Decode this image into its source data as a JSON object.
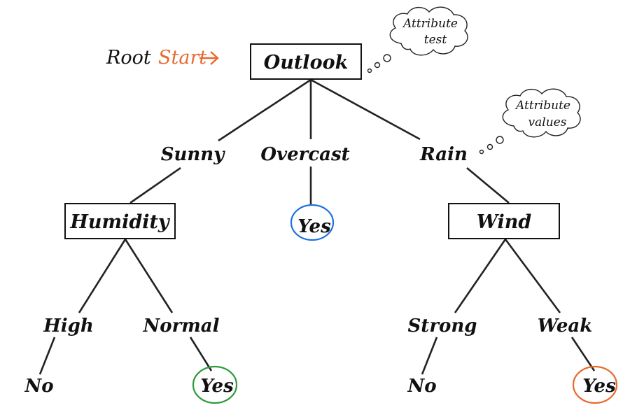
{
  "root_caption": {
    "root": "Root",
    "start": "Start",
    "start_color": "#E8692E"
  },
  "nodes": {
    "outlook": "Outlook",
    "humidity": "Humidity",
    "wind": "Wind"
  },
  "branches": {
    "sunny": "Sunny",
    "overcast": "Overcast",
    "rain": "Rain",
    "high": "High",
    "normal": "Normal",
    "strong": "Strong",
    "weak": "Weak"
  },
  "leaves": {
    "overcast_leaf": {
      "label": "Yes",
      "ring_color": "#1F6FE0"
    },
    "high_leaf": {
      "label": "No"
    },
    "normal_leaf": {
      "label": "Yes",
      "ring_color": "#2E9A3A"
    },
    "strong_leaf": {
      "label": "No"
    },
    "weak_leaf": {
      "label": "Yes",
      "ring_color": "#E8692E"
    }
  },
  "thought_bubbles": {
    "attribute_test": {
      "line1": "Attribute",
      "line2": "test"
    },
    "attribute_values": {
      "line1": "Attribute",
      "line2": "values"
    }
  }
}
